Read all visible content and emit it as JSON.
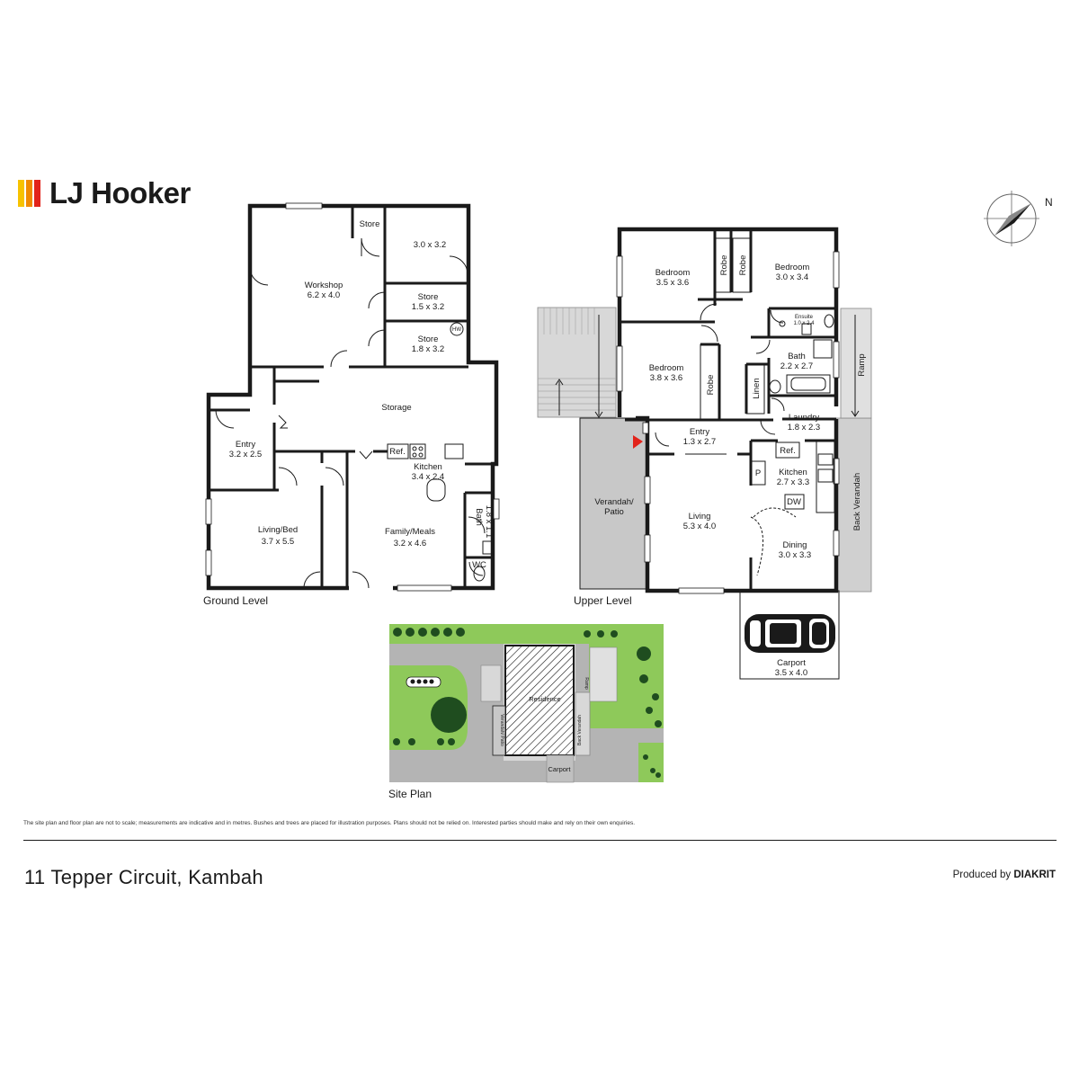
{
  "brand": {
    "name": "LJ Hooker",
    "bar_colors": [
      "#f7c200",
      "#f08a00",
      "#e2231a"
    ]
  },
  "compass": {
    "label": "N"
  },
  "levels": {
    "ground": "Ground Level",
    "upper": "Upper Level",
    "site": "Site Plan"
  },
  "ground_rooms": [
    {
      "name": "Store",
      "size": ""
    },
    {
      "name": "",
      "size": "3.0 x 3.2"
    },
    {
      "name": "Workshop",
      "size": "6.2 x 4.0"
    },
    {
      "name": "Store",
      "size": "1.5 x 3.2"
    },
    {
      "name": "Store",
      "size": "1.8 x 3.2"
    },
    {
      "name": "Storage",
      "size": ""
    },
    {
      "name": "Entry",
      "size": "3.2 x 2.5"
    },
    {
      "name": "Kitchen",
      "size": "3.4 x 2.4"
    },
    {
      "name": "Living/Bed",
      "size": "3.7 x 5.5"
    },
    {
      "name": "Family/Meals",
      "size": "3.2 x 4.6"
    },
    {
      "name": "Bath",
      "size": "1.8 x 1.1"
    },
    {
      "name": "WC",
      "size": ""
    }
  ],
  "ground_fixtures": {
    "hw": "HW",
    "ref": "Ref."
  },
  "upper_rooms": [
    {
      "name": "Bedroom",
      "size": "3.5 x 3.6"
    },
    {
      "name": "Bedroom",
      "size": "3.0 x 3.4"
    },
    {
      "name": "Bedroom",
      "size": "3.8 x 3.6"
    },
    {
      "name": "Ensuite",
      "size": "1.0 x 2.4"
    },
    {
      "name": "Bath",
      "size": "2.2 x 2.7"
    },
    {
      "name": "Laundry",
      "size": "1.8 x 2.3"
    },
    {
      "name": "Entry",
      "size": "1.3 x 2.7"
    },
    {
      "name": "Kitchen",
      "size": "2.7 x 3.3"
    },
    {
      "name": "Verandah/",
      "size": "Patio"
    },
    {
      "name": "Living",
      "size": "5.3 x 4.0"
    },
    {
      "name": "Dining",
      "size": "3.0 x 3.3"
    },
    {
      "name": "Carport",
      "size": "3.5 x 4.0"
    }
  ],
  "upper_labels": {
    "robe": "Robe",
    "linen": "Linen",
    "ref": "Ref.",
    "pantry": "P",
    "dw": "DW",
    "ramp": "Ramp",
    "back_verandah": "Back Verandah"
  },
  "site_labels": {
    "residence": "Residence",
    "carport": "Carport",
    "verandah": "Verandah/ Patio",
    "back_verandah": "Back Verandah",
    "ramp": "Ramp"
  },
  "colors": {
    "lawn": "#8ec95a",
    "paving": "#b4b4b4",
    "verandah": "#c8c8c8",
    "entry_marker": "#e2231a"
  },
  "disclaimer": "The site plan and floor plan are not to scale; measurements are indicative and in metres. Bushes and trees are placed for illustration purposes. Plans should not be relied on. Interested parties should make and rely on their own enquiries.",
  "address": "11 Tepper Circuit, Kambah",
  "producer": {
    "prefix": "Produced by",
    "brand": "DIAKRIT"
  }
}
